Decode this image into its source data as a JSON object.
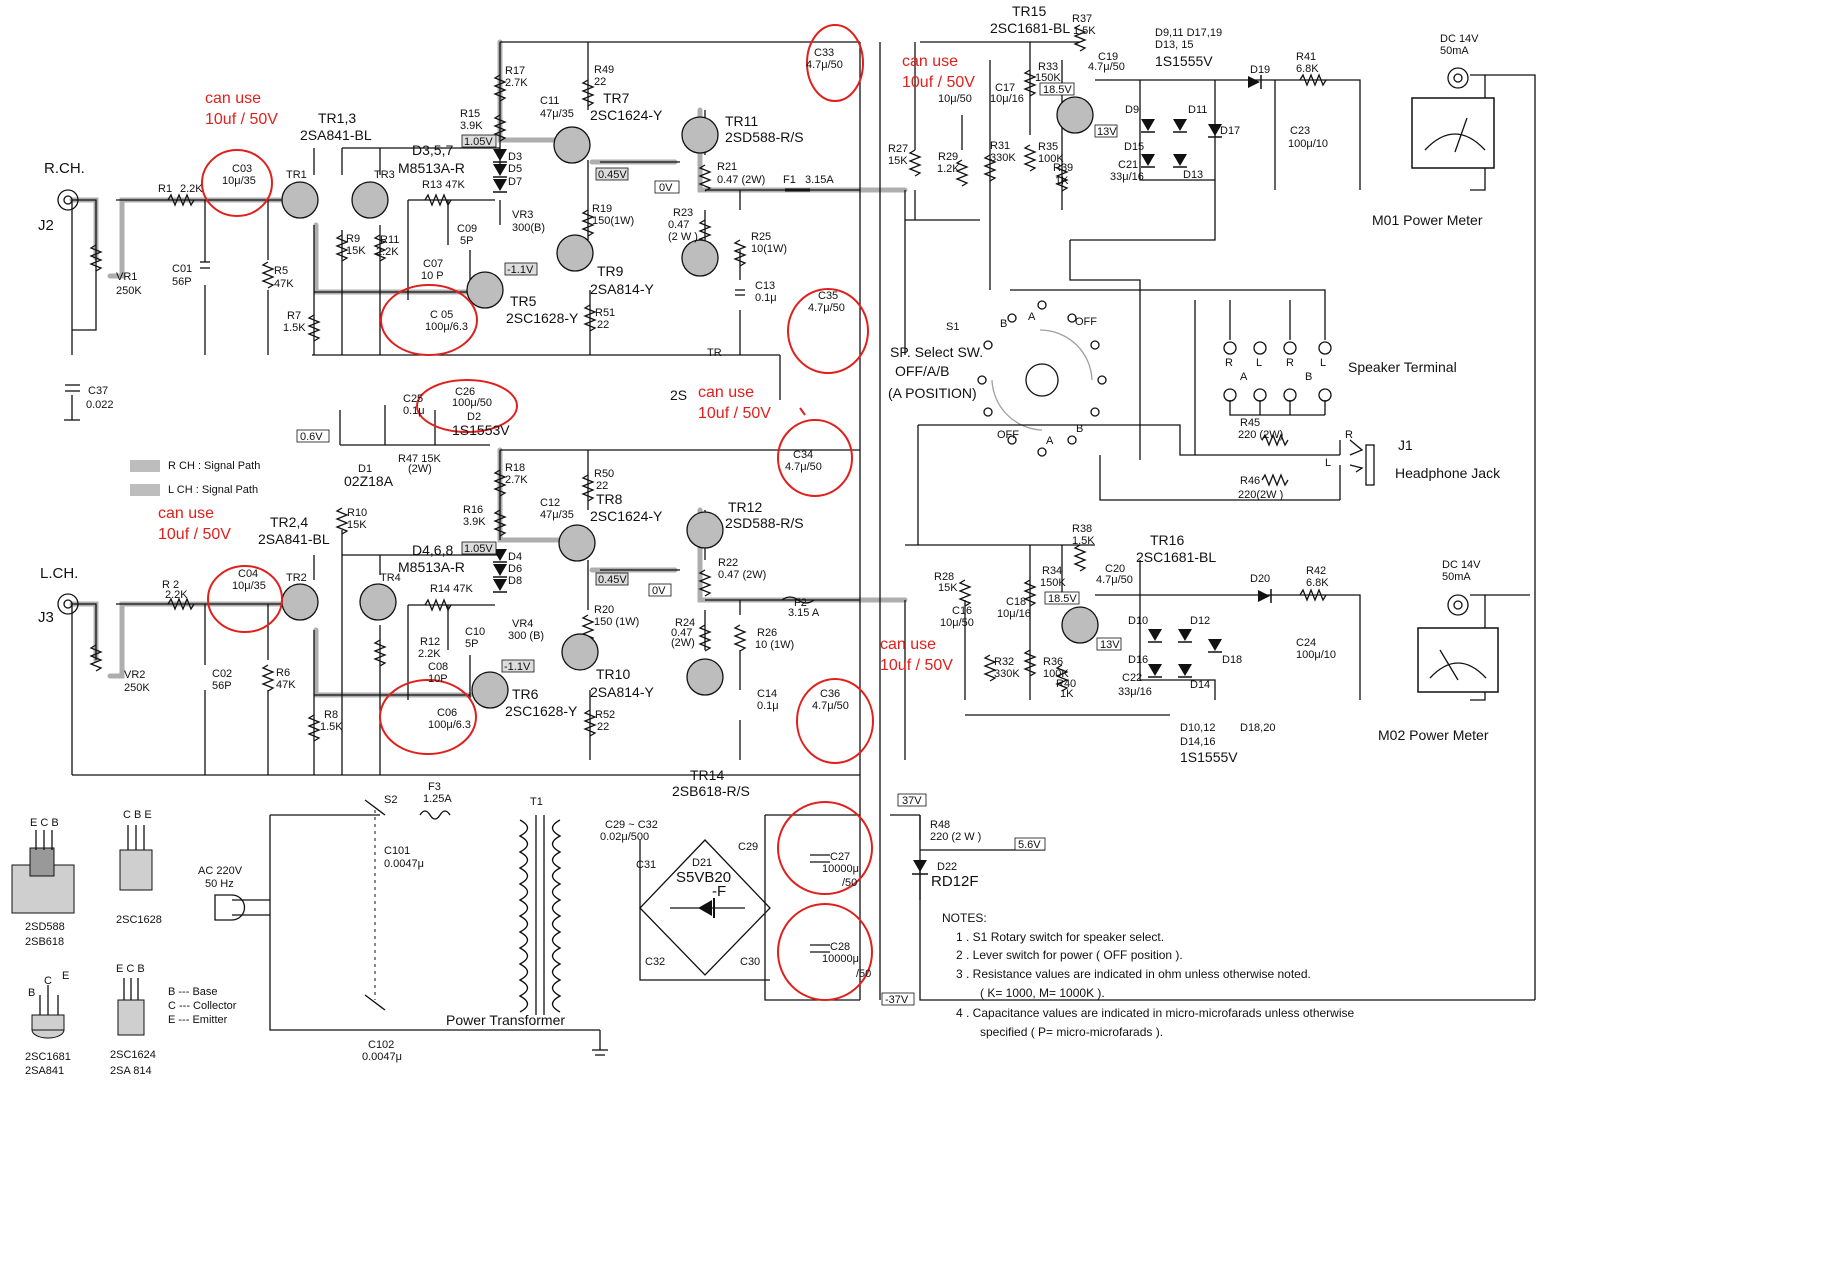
{
  "blocks": {
    "rch": {
      "input_label": "R.CH.",
      "jack": "J2",
      "vr": [
        "VR1",
        "250K"
      ],
      "r_in": [
        "R1",
        "2.2K"
      ],
      "c_in": [
        "C03",
        "10μ/35"
      ],
      "c_shunt": [
        "C01",
        "56P"
      ],
      "tr_pair": [
        "TR1,3",
        "2SA841-BL"
      ],
      "tr_left": "TR1",
      "tr_right": "TR3",
      "r5": [
        "R5",
        "47K"
      ],
      "r7": [
        "R7",
        "1.5K"
      ],
      "r9": [
        "R9",
        "15K"
      ],
      "r11": [
        "R11",
        "2.2K"
      ],
      "diodes": [
        "D3,5,7",
        "M8513A-R",
        "D3",
        "D5",
        "D7"
      ],
      "r13": "R13 47K",
      "r15": [
        "R15",
        "3.9K"
      ],
      "r17": [
        "R17",
        "2.7K"
      ],
      "v105": "1.05V",
      "c11": "C11",
      "c11v": "47μ/35",
      "r49": [
        "R49",
        "22"
      ],
      "tr7": [
        "TR7",
        "2SC1624-Y"
      ],
      "tr11": [
        "TR11",
        "2SD588-R/S"
      ],
      "r21": "R21",
      "r21v": "0.47 (2W)",
      "v045": "0.45V",
      "v0": "0V",
      "f1": [
        "F1",
        "3.15A"
      ],
      "vr3": [
        "VR3",
        "300(B)"
      ],
      "r19": [
        "R19",
        "150(1W)"
      ],
      "r23": [
        "R23",
        "0.47",
        "(2 W )"
      ],
      "c09": [
        "C09",
        "5P"
      ],
      "c07": [
        "C07",
        "10 P"
      ],
      "vm11": "-1.1V",
      "tr9": [
        "TR9",
        "2SA814-Y"
      ],
      "tr5": [
        "TR5",
        "2SC1628-Y"
      ],
      "c05": [
        "C 05",
        "100μ/6.3"
      ],
      "r51": [
        "R51",
        "22"
      ],
      "r25": [
        "R25",
        "10(1W)"
      ],
      "c13": [
        "C13",
        "0.1μ"
      ],
      "c33": [
        "C33",
        "4.7μ/50"
      ],
      "c35": [
        "C35",
        "4.7μ/50"
      ],
      "tr15": [
        "TR15",
        "2SC1681-BL"
      ],
      "r37": [
        "R37",
        "1.5K"
      ],
      "c19": [
        "C19",
        "4.7μ/50"
      ],
      "r33": [
        "R33",
        "150K"
      ],
      "v185": "18.5V",
      "c17": [
        "C17",
        "10μ/16"
      ],
      "c15": "10μ/50",
      "r27": [
        "R27",
        "15K"
      ],
      "r29": [
        "R29",
        "1.2K"
      ],
      "r31": [
        "R31",
        "330K"
      ],
      "r35": [
        "R35",
        "100K"
      ],
      "r39": [
        "R39",
        "1K"
      ],
      "v13": "13V",
      "c21": [
        "C21",
        "33μ/16"
      ],
      "diodes2": [
        "D9,11 D17,19",
        "D13, 15",
        "1S1555V"
      ],
      "d9": "D9",
      "d11": "D11",
      "d15": "D15",
      "d13": "D13",
      "d17": "D17",
      "d19": "D19",
      "r41": [
        "R41",
        "6.8K"
      ],
      "c23": [
        "C23",
        "100μ/10"
      ],
      "dc": [
        "DC 14V",
        "50mA"
      ],
      "meter": "M01 Power Meter"
    },
    "lch": {
      "input_label": "L.CH.",
      "jack": "J3",
      "vr": [
        "VR2",
        "250K"
      ],
      "r_in": [
        "R 2",
        "2.2K"
      ],
      "c_in": [
        "C04",
        "10μ/35"
      ],
      "c_shunt": [
        "C02",
        "56P"
      ],
      "tr_pair": [
        "TR2,4",
        "2SA841-BL"
      ],
      "tr_left": "TR2",
      "tr_right": "TR4",
      "r6": [
        "R6",
        "47K"
      ],
      "r8": [
        "R8",
        "1.5K"
      ],
      "r10": [
        "R10",
        "15K"
      ],
      "r12": [
        "R12",
        "2.2K"
      ],
      "diodes": [
        "D4,6,8",
        "M8513A-R",
        "D4",
        "D6",
        "D8"
      ],
      "r14": "R14 47K",
      "r16": [
        "R16",
        "3.9K"
      ],
      "r18": [
        "R18",
        "2.7K"
      ],
      "v105": "1.05V",
      "c12": "C12",
      "c12v": "47μ/35",
      "r50": [
        "R50",
        "22"
      ],
      "tr8": [
        "TR8",
        "2SC1624-Y"
      ],
      "tr12": [
        "TR12",
        "2SD588-R/S"
      ],
      "r22": "R22",
      "r22v": "0.47 (2W)",
      "v045": "0.45V",
      "v0": "0V",
      "f2": [
        "F2",
        "3.15 A"
      ],
      "vr4": [
        "VR4",
        "300 (B)"
      ],
      "r20": [
        "R20",
        "150 (1W)"
      ],
      "r24": [
        "R24",
        "0.47",
        "(2W)"
      ],
      "c10": [
        "C10",
        "5P"
      ],
      "c08": [
        "C08",
        "10P"
      ],
      "vm11": "-1.1V",
      "tr10": [
        "TR10",
        "2SA814-Y"
      ],
      "tr6": [
        "TR6",
        "2SC1628-Y"
      ],
      "c06": [
        "C06",
        "100μ/6.3"
      ],
      "r52": [
        "R52",
        "22"
      ],
      "r26": [
        "R26",
        "10 (1W)"
      ],
      "c14": [
        "C14",
        "0.1μ"
      ],
      "c34": [
        "C34",
        "4.7μ/50"
      ],
      "c36": [
        "C36",
        "4.7μ/50"
      ],
      "tr16": [
        "TR16",
        "2SC1681-BL"
      ],
      "r38": [
        "R38",
        "1.5K"
      ],
      "c20": [
        "C20",
        "4.7μ/50"
      ],
      "r34": [
        "R34",
        "150K"
      ],
      "v185": "18.5V",
      "c18": [
        "C18",
        "10μ/16"
      ],
      "c16": [
        "C16",
        "10μ/50"
      ],
      "r28": [
        "R28",
        "15K"
      ],
      "r32": [
        "R32",
        "330K"
      ],
      "r36": [
        "R36",
        "100K"
      ],
      "r40": [
        "R40",
        "1K"
      ],
      "v13": "13V",
      "c22": [
        "C22",
        "33μ/16"
      ],
      "d10": "D10",
      "d12": "D12",
      "d16": "D16",
      "d14": "D14",
      "d18": "D18",
      "d20": "D20",
      "r42": [
        "R42",
        "6.8K"
      ],
      "c24": [
        "C24",
        "100μ/10"
      ],
      "dc": [
        "DC 14V",
        "50mA"
      ],
      "meter": "M02 Power Meter",
      "diodes2": [
        "D10,12",
        "D14,16",
        "1S1555V"
      ],
      "d18_20": "D18,20"
    },
    "shared": {
      "c37": [
        "C37",
        "0.022"
      ],
      "c25": [
        "C25",
        "0.1μ"
      ],
      "c26": [
        "C26",
        "100μ/50"
      ],
      "d2": [
        "D2",
        "1S1553V"
      ],
      "v06": "0.6V",
      "r47": "R47 15K",
      "r47w": "(2W)",
      "d1": [
        "D1",
        "02Z18A"
      ],
      "legend_r": "R CH : Signal Path",
      "legend_l": "L CH : Signal Path",
      "tr13_frag": "TR",
      "tr13_frag2": "2S"
    },
    "speaker": {
      "s1": "S1",
      "sw_title": [
        "SP. Select SW.",
        "OFF/A/B",
        "(A POSITION)"
      ],
      "pos_b": "B",
      "pos_a": "A",
      "pos_off": "OFF",
      "terminal_title": "Speaker Terminal",
      "rl": [
        "R",
        "L",
        "R",
        "L"
      ],
      "a": "A",
      "b": "B",
      "r45": [
        "R45",
        "220 (2W)"
      ],
      "r46": [
        "R46",
        "220(2W )"
      ],
      "hp": [
        "J1",
        "Headphone Jack"
      ],
      "hp_r": "R",
      "hp_l": "L"
    },
    "power": {
      "ac": [
        "AC 220V",
        "50 Hz"
      ],
      "s2": "S2",
      "f3": [
        "F3",
        "1.25A"
      ],
      "t1": "T1",
      "transformer": "Power Transformer",
      "c101": [
        "C101",
        "0.0047μ"
      ],
      "c102": [
        "C102",
        "0.0047μ"
      ],
      "c29_32": [
        "C29 ~ C32",
        "0.02μ/500"
      ],
      "c31": "C31",
      "c29": "C29",
      "c32": "C32",
      "c30": "C30",
      "d21": [
        "D21",
        "S5VB20",
        "-F"
      ],
      "tr14": [
        "TR14",
        "2SB618-R/S"
      ],
      "c27": [
        "C27",
        "10000μ",
        "/50"
      ],
      "c28": [
        "C28",
        "10000μ",
        "/50"
      ],
      "v37": "37V",
      "vm37": "-37V",
      "r48": [
        "R48",
        "220 (2 W )"
      ],
      "v56": "5.6V",
      "d22": [
        "D22",
        "RD12F"
      ]
    },
    "pinouts": [
      {
        "pins": "E C B",
        "parts": [
          "2SD588",
          "2SB618"
        ]
      },
      {
        "pins": "C B E",
        "parts": [
          "2SC1628"
        ]
      },
      {
        "pins": [
          "B",
          "C",
          "E"
        ],
        "parts": [
          "2SC1681",
          "2SA841"
        ]
      },
      {
        "pins": "E C B",
        "parts": [
          "2SC1624",
          "2SA 814"
        ]
      }
    ],
    "pin_legend": [
      "B --- Base",
      "C --- Collector",
      "E --- Emitter"
    ]
  },
  "annotations": [
    {
      "lines": [
        "can use",
        "10uf / 50V"
      ]
    },
    {
      "lines": [
        "can use",
        "10uf / 50V"
      ]
    },
    {
      "lines": [
        "can use",
        "10uf / 50V"
      ]
    },
    {
      "lines": [
        "can use",
        "10uf / 50V"
      ]
    },
    {
      "lines": [
        "can use",
        "10uf / 50V"
      ]
    }
  ],
  "notes": {
    "title": "NOTES:",
    "items": [
      "1 .  S1 Rotary switch for speaker select.",
      "2 .  Lever switch for power ( OFF position ).",
      "3 .  Resistance values are indicated in ohm unless otherwise noted.",
      "( K= 1000, M= 1000K ).",
      "4 .  Capacitance values are indicated in micro-microfarads unless otherwise",
      "specified ( P= micro-microfarads )."
    ]
  },
  "colors": {
    "annotation": "#e0201c",
    "signal_path": "#9a9a9a",
    "line": "#111111"
  }
}
